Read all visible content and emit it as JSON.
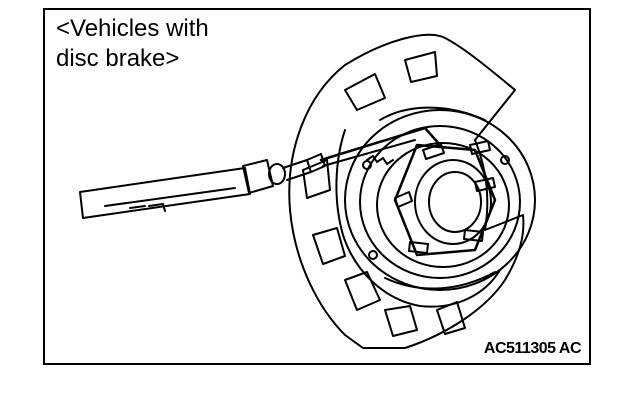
{
  "figure": {
    "caption_line1": "<Vehicles with",
    "caption_line2": "disc brake>",
    "figure_code": "AC511305 AC"
  }
}
